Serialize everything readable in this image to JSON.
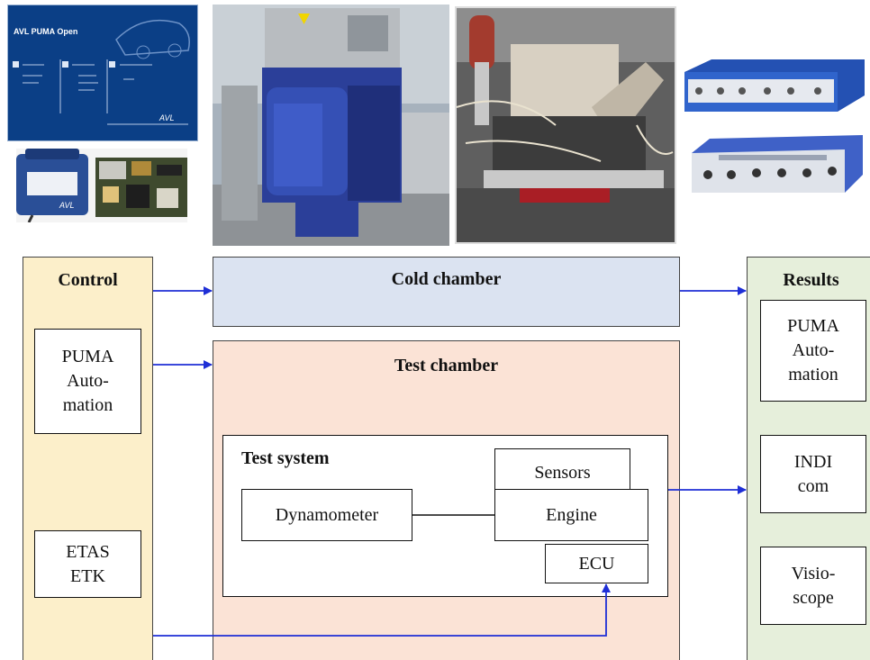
{
  "photos": {
    "screen_brand": "AVL PUMA Open",
    "screen_logo": "AVL",
    "ecu_logo": "AVL"
  },
  "control": {
    "title": "Control",
    "puma": "PUMA\nAuto-\nmation",
    "etas": "ETAS\nETK"
  },
  "cold_chamber": {
    "title": "Cold chamber"
  },
  "test_chamber": {
    "title": "Test chamber"
  },
  "test_system": {
    "title": "Test system",
    "dynamometer": "Dynamometer",
    "sensors": "Sensors",
    "engine": "Engine",
    "ecu": "ECU"
  },
  "results": {
    "title": "Results",
    "puma": "PUMA\nAuto-\nmation",
    "indicom": "INDI\ncom",
    "visioscope": "Visio-\nscope"
  },
  "colors": {
    "arrow": "#1f2fd6",
    "control_bg": "#fcefca",
    "cold_bg": "#dbe3f1",
    "test_bg": "#fbe3d6",
    "results_bg": "#e6efdb"
  }
}
